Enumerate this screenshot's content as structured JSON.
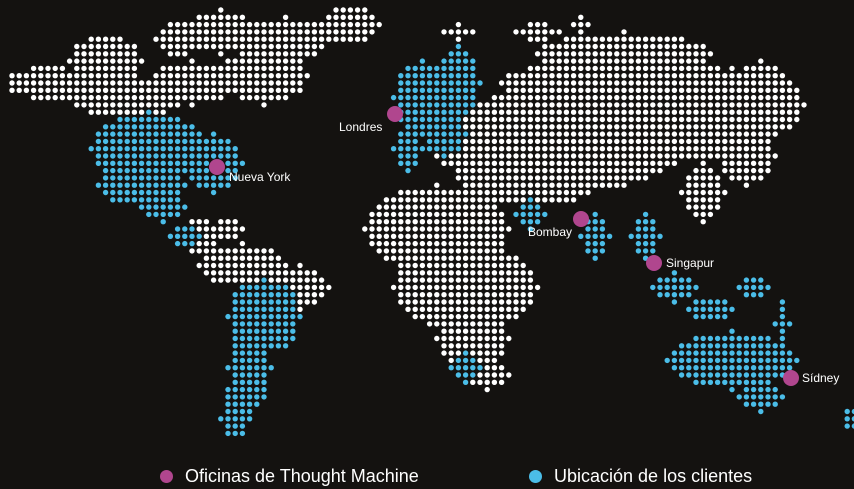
{
  "colors": {
    "background": "#141210",
    "land_dot": "#ffffff",
    "client_dot": "#4bbde8",
    "office_dot": "#b0468e"
  },
  "offices": [
    {
      "name": "Nueva York"
    },
    {
      "name": "Londres"
    },
    {
      "name": "Bombay"
    },
    {
      "name": "Singapur"
    },
    {
      "name": "Sídney"
    }
  ],
  "legend": {
    "offices_label": "Oficinas de Thought Machine",
    "clients_label": "Ubicación de los clientes"
  }
}
